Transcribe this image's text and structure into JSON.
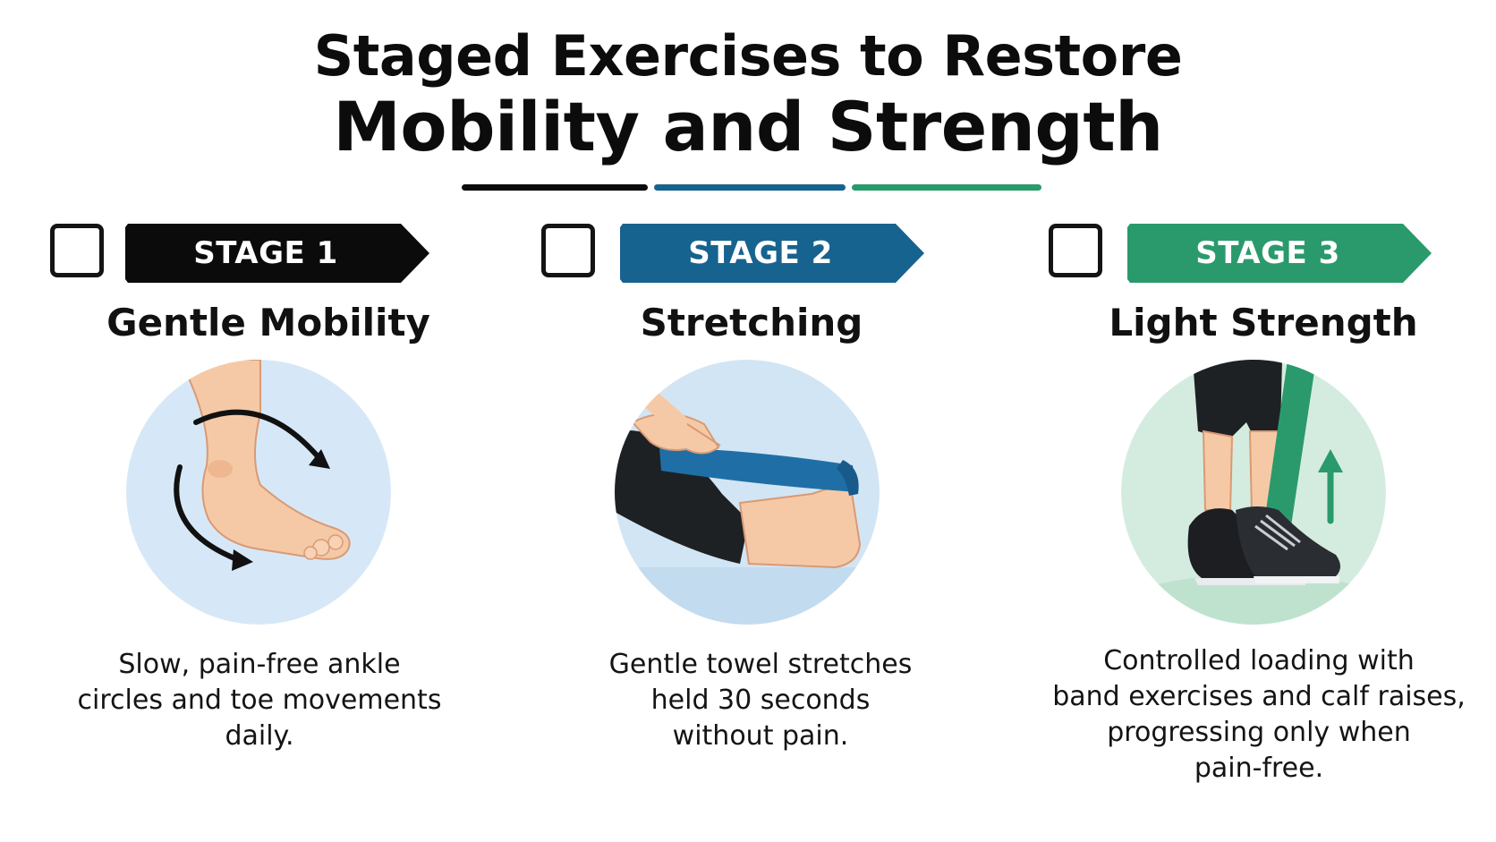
{
  "title": {
    "line1": "Staged Exercises to Restore",
    "line2": "Mobility and Strength"
  },
  "colors": {
    "stage1": "#0b0b0b",
    "stage2": "#17638f",
    "stage3": "#2a9a6c",
    "circle1": "#d6e8f7",
    "circle2": "#d2e5f4",
    "circle3": "#d4ecdf",
    "skin": "#f6c9a6"
  },
  "stages": [
    {
      "checked": false,
      "label": "STAGE 1",
      "title": "Gentle Mobility",
      "illustration": "foot-ankle-circles-icon",
      "description": [
        "Slow, pain-free ankle",
        "circles and toe movements",
        "daily."
      ]
    },
    {
      "checked": false,
      "label": "STAGE 2",
      "title": "Stretching",
      "illustration": "towel-stretch-icon",
      "description": [
        "Gentle towel stretches",
        "held 30 seconds",
        "without pain."
      ]
    },
    {
      "checked": false,
      "label": "STAGE 3",
      "title": "Light Strength",
      "illustration": "band-calf-raise-icon",
      "description": [
        "Controlled loading with",
        "band exercises and calf raises,",
        "progressing only when",
        "pain-free."
      ]
    }
  ]
}
